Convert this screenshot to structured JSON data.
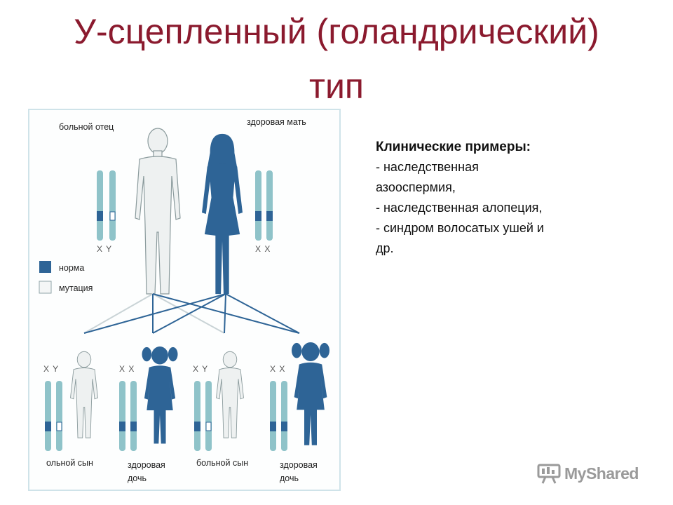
{
  "title": {
    "line1": "У-сцепленный (голандрический)",
    "line2": "тип"
  },
  "diagram": {
    "father_label": "больной отец",
    "mother_label": "здоровая мать",
    "xy": "X Y",
    "xx": "X X",
    "legend_norm": "норма",
    "legend_mutation": "мутация",
    "son1_label": "ольной сын",
    "daughter1_label_1": "здоровая",
    "daughter1_label_2": "дочь",
    "son2_label": "больной сын",
    "daughter2_label_1": "здоровая",
    "daughter2_label_2": "дочь"
  },
  "examples": {
    "heading": "Клинические примеры:",
    "items": [
      "- наследственная",
      "азооспермия,",
      "- наследственная алопеция,",
      "- синдром волосатых ушей и",
      "др."
    ]
  },
  "logo": {
    "text": "MyShared"
  },
  "colors": {
    "title": "#8b1a2e",
    "healthy": "#2e6496",
    "affected": "#eef1f1",
    "chromosome": "#8fc3c9"
  }
}
